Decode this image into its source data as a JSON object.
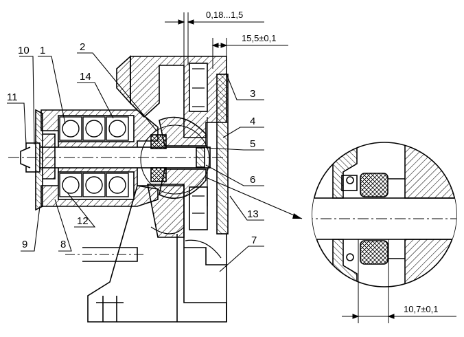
{
  "callouts": {
    "c1": "1",
    "c2": "2",
    "c3": "3",
    "c4": "4",
    "c5": "5",
    "c6": "6",
    "c7": "7",
    "c8": "8",
    "c9": "9",
    "c10": "10",
    "c11": "11",
    "c12": "12",
    "c13": "13",
    "c14": "14"
  },
  "dimensions": {
    "gap": "0,18...1,5",
    "offset": "15,5±0,1",
    "seal": "10,7±0,1"
  }
}
